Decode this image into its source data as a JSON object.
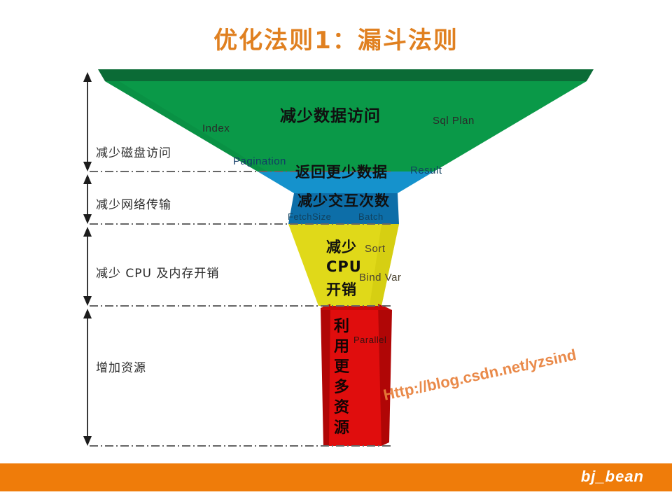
{
  "slide": {
    "title": "优化法则1：漏斗法则",
    "title_color": "#e08020",
    "background": "#ffffff"
  },
  "funnel": {
    "bands": [
      {
        "id": "data-access",
        "label": "减少数据访问",
        "color": "#0a9948",
        "rim_color": "#0b6b36",
        "keywords": [
          "Index",
          "Sql Plan"
        ]
      },
      {
        "id": "less-data",
        "label": "返回更少数据",
        "color": "#1592cc",
        "keywords": [
          "Pagination",
          "Result"
        ]
      },
      {
        "id": "fewer-roundtrips",
        "label": "减少交互次数",
        "color": "#0d6ea8",
        "keywords": [
          "FetchSize",
          "Batch"
        ]
      },
      {
        "id": "cpu-cost",
        "label": "减少 CPU 开销",
        "label_line1": "减少",
        "label_line2": "CPU",
        "label_line3": "开销",
        "color": "#e0d919",
        "keywords": [
          "Sort",
          "Bind Var"
        ]
      },
      {
        "id": "more-resources",
        "label": "利用更多资源",
        "label_chars": [
          "利",
          "用",
          "更",
          "多",
          "资",
          "源"
        ],
        "color": "#e00d0d",
        "keywords": [
          "Parallel"
        ]
      }
    ]
  },
  "axis": {
    "segments": [
      {
        "id": "disk",
        "label": "减少磁盘访问"
      },
      {
        "id": "network",
        "label": "减少网络传输"
      },
      {
        "id": "cpu-mem",
        "label": "减少 CPU 及内存开销"
      },
      {
        "id": "resources",
        "label": "增加资源"
      }
    ]
  },
  "watermark": {
    "text": "Http://blog.csdn.net/yzsind",
    "color": "#e8803a"
  },
  "footer": {
    "brand": "bj_bean",
    "bar_color": "#ef7c0a",
    "brand_color": "#ffffff"
  }
}
